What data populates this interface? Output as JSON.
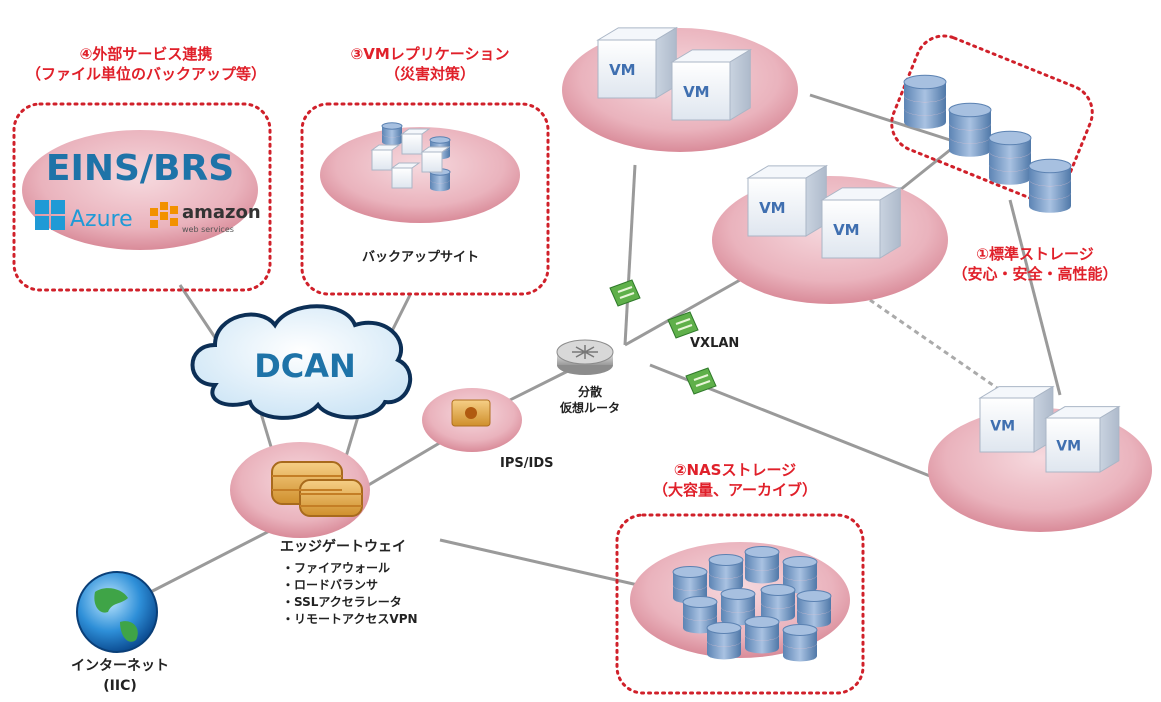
{
  "groups": {
    "external": {
      "title": "④外部サービス連携",
      "subtitle": "（ファイル単位のバックアップ等）"
    },
    "replication": {
      "title": "③VMレプリケーション",
      "subtitle": "（災害対策）"
    },
    "standard": {
      "title": "①標準ストレージ",
      "subtitle": "（安心・安全・高性能）"
    },
    "nas": {
      "title": "②NASストレージ",
      "subtitle": "（大容量、アーカイブ）"
    }
  },
  "services": {
    "eins": "EINS/BRS",
    "azure": "Azure",
    "amazon": "amazon",
    "aws_sub": "web services"
  },
  "backup_site": "バックアップサイト",
  "cloud": "DCAN",
  "vm_label": "VM",
  "vxlan": "VXLAN",
  "router": {
    "line1": "分散",
    "line2": "仮想ルータ"
  },
  "ips": "IPS/IDS",
  "gateway": {
    "title": "エッジゲートウェイ",
    "features": [
      "・ファイアウォール",
      "・ロードバランサ",
      "・SSLアクセラレータ",
      "・リモートアクセスVPN"
    ]
  },
  "internet": {
    "line1": "インターネット",
    "line2": "(IIC)"
  },
  "colors": {
    "accent_red": "#e0202a",
    "disk_pink": "#f3c7cf",
    "eins_blue": "#1e73a8",
    "azure_blue": "#1f9ad6",
    "aws_orange": "#f29100"
  }
}
